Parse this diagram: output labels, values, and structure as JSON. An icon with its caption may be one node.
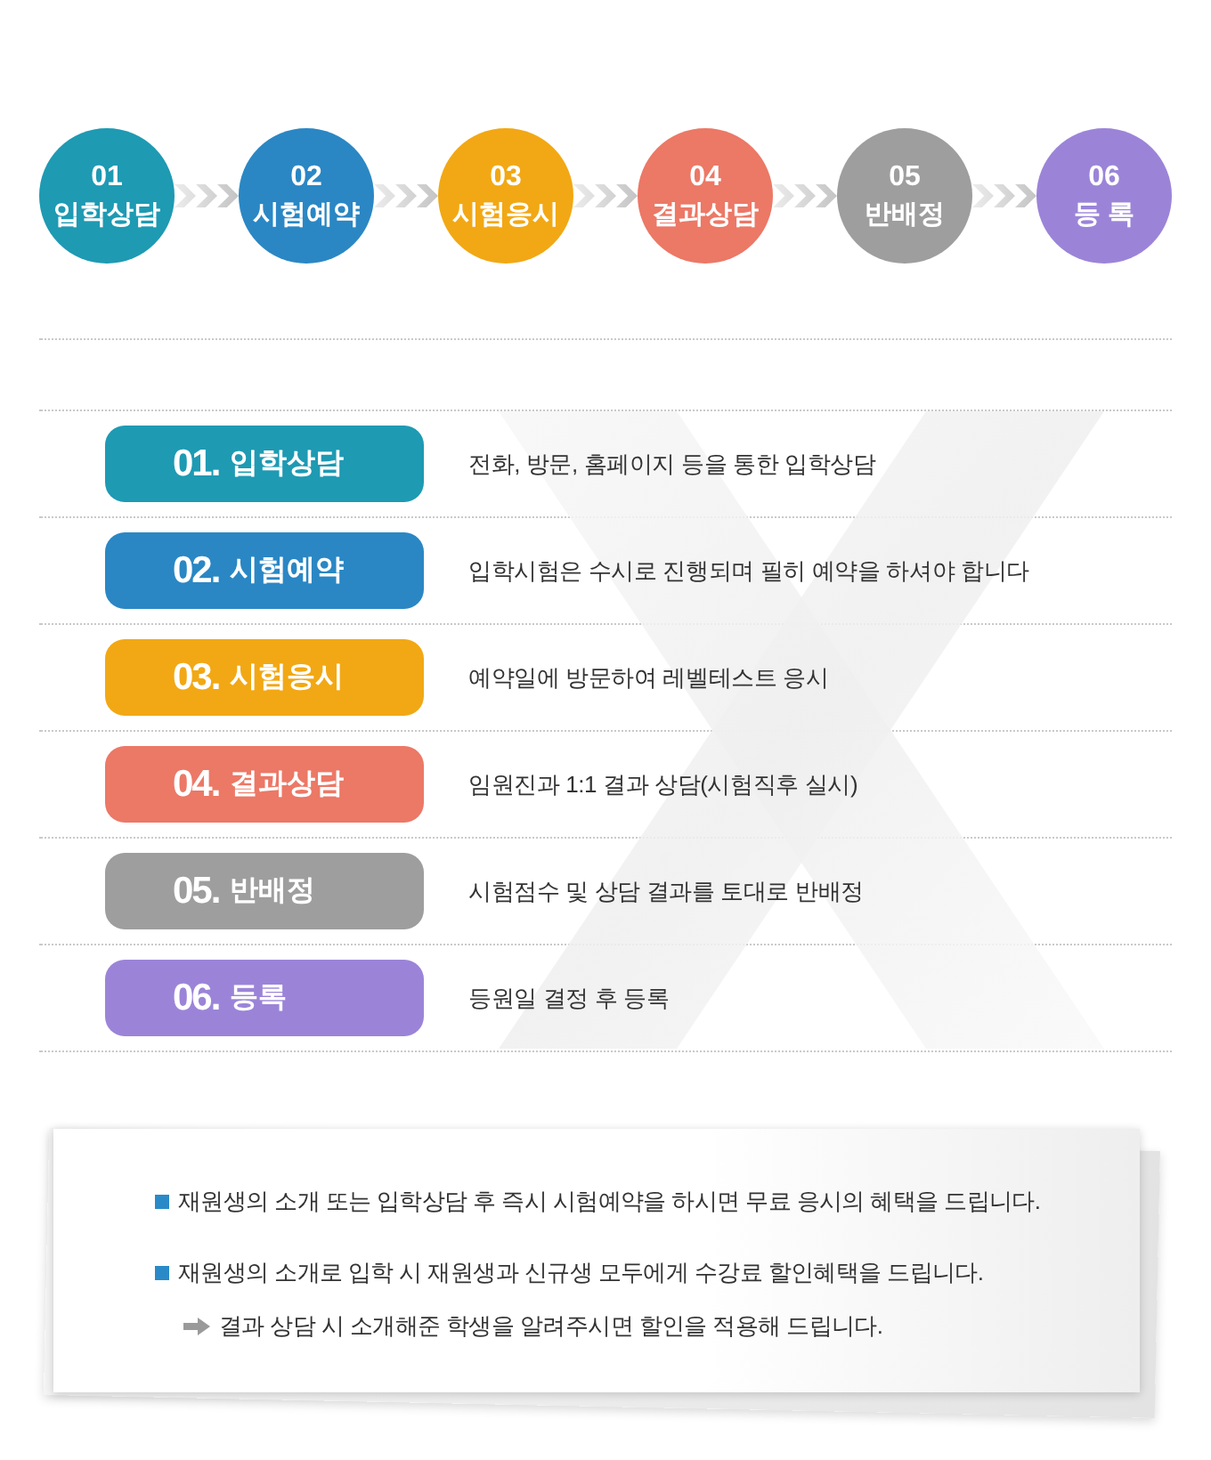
{
  "diagram": {
    "nodes": [
      {
        "text": [
          "01",
          "입학상담"
        ]
      },
      {
        "text": [
          "02",
          "시험예약"
        ]
      },
      {
        "text": [
          "03",
          "시험응시"
        ]
      },
      {
        "text": [
          "04",
          "결과상담"
        ]
      },
      {
        "text": [
          "05",
          "반배정"
        ]
      },
      {
        "text": [
          "06",
          "등 록"
        ]
      },
      {
        "text": [
          "01.",
          "입학상담"
        ],
        "beside": [
          "전화, 방문, 홈페이지 등을 통한 입학상담"
        ]
      },
      {
        "text": [
          "02.",
          "시험예약"
        ],
        "beside": [
          "입학시험은 수시로 진행되며 필히 예약을 하셔야 합니다"
        ]
      },
      {
        "text": [
          "03.",
          "시험응시"
        ],
        "beside": [
          "예약일에 방문하여 레벨테스트 응시"
        ]
      },
      {
        "text": [
          "04.",
          "결과상담"
        ],
        "beside": [
          "임원진과 1:1 결과 상담(시험직후 실시)"
        ]
      },
      {
        "text": [
          "05.",
          "반배정"
        ],
        "beside": [
          "시험점수 및 상담 결과를 토대로 반배정"
        ]
      },
      {
        "text": [
          "06.",
          "등록"
        ],
        "beside": [
          "등원일 결정 후 등록"
        ]
      },
      {
        "text": [
          "재원생의 소개 또는 입학상담 후 즉시 시험예약을 하시면 무료 응시의 혜택을 드립니다.",
          "재원생의 소개로 입학 시 재원생과 신규생 모두에게 수강료 할인혜택을 드립니다.",
          "결과 상담 시 소개해준 학생을 알려주시면 할인을 적용해 드립니다."
        ]
      }
    ],
    "edges": [
      {
        "from": 0,
        "to": 1,
        "arrow": "to"
      },
      {
        "from": 1,
        "to": 2,
        "arrow": "to"
      },
      {
        "from": 2,
        "to": 3,
        "arrow": "to"
      },
      {
        "from": 3,
        "to": 4,
        "arrow": "to"
      },
      {
        "from": 4,
        "to": 5,
        "arrow": "to"
      }
    ]
  }
}
